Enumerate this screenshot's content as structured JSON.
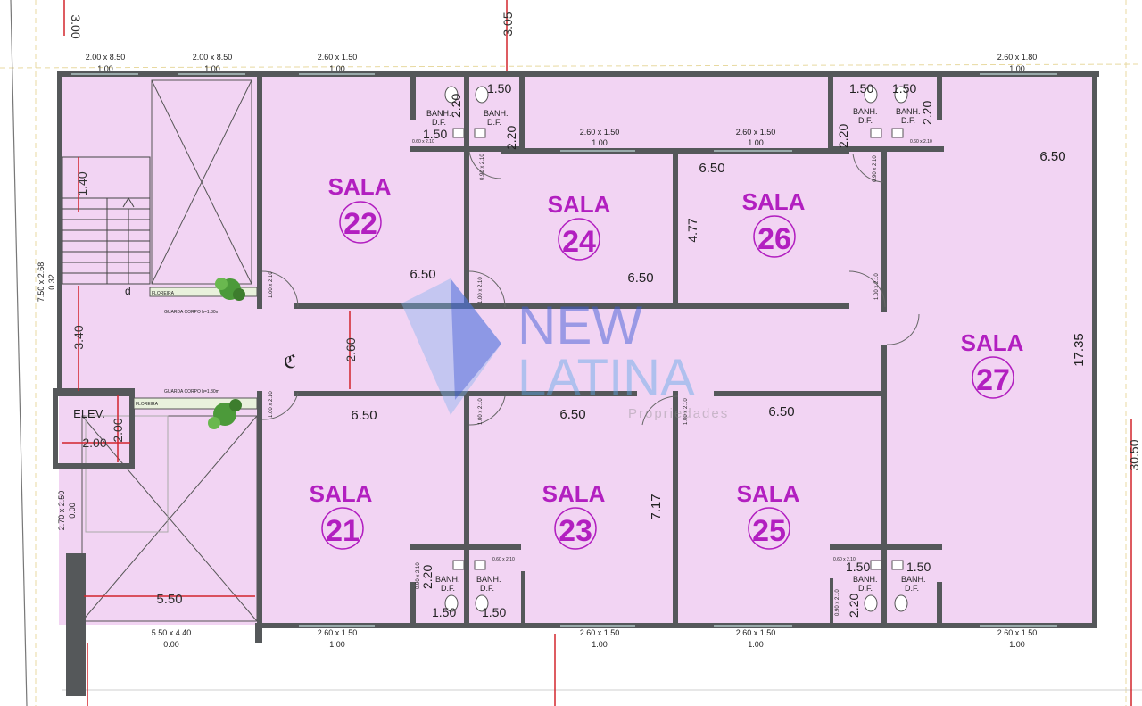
{
  "rooms": [
    {
      "label": "SALA",
      "number": "22",
      "width": "6.50"
    },
    {
      "label": "SALA",
      "number": "24",
      "width": "6.50"
    },
    {
      "label": "SALA",
      "number": "26",
      "width": "6.50",
      "depth": "4.77"
    },
    {
      "label": "SALA",
      "number": "27",
      "width": "6.50",
      "depth": "17.35"
    },
    {
      "label": "SALA",
      "number": "21",
      "width": "6.50"
    },
    {
      "label": "SALA",
      "number": "23",
      "width": "6.50",
      "depth": "7.17"
    },
    {
      "label": "SALA",
      "number": "25",
      "width": "6.50"
    }
  ],
  "bathrooms": {
    "label": "BANH.",
    "sublabel": "D.F.",
    "door": "0.60 x 2.10",
    "dim_a": "1.50",
    "dim_b": "2.20"
  },
  "doors": {
    "room": "1.00 x 2.10",
    "bath": "0.90 x 2.10"
  },
  "windows": {
    "top": [
      {
        "size": "2.00 x 8.50",
        "sill": "1.00"
      },
      {
        "size": "2.00 x 8.50",
        "sill": "1.00"
      },
      {
        "size": "2.60 x 1.50",
        "sill": "1.00"
      },
      {
        "size": "2.60 x 1.80",
        "sill": "1.00"
      }
    ],
    "mid": [
      {
        "size": "2.60 x 1.50",
        "sill": "1.00"
      },
      {
        "size": "2.60 x 1.50",
        "sill": "1.00"
      }
    ],
    "bottom": [
      {
        "size": "5.50 x 4.40",
        "sill": "0.00"
      },
      {
        "size": "2.60 x 1.50",
        "sill": "1.00"
      },
      {
        "size": "2.60 x 1.50",
        "sill": "1.00"
      },
      {
        "size": "2.60 x 1.50",
        "sill": "1.00"
      },
      {
        "size": "2.60 x 1.50",
        "sill": "1.00"
      }
    ],
    "left": [
      {
        "size": "7.50 x 2.68",
        "sill": "0.32"
      },
      {
        "size": "2.70 x 2.50",
        "sill": "0.00"
      }
    ]
  },
  "dimensions": {
    "top_left": "3.00",
    "top_mid": "3.05",
    "right_side": "30.50",
    "stair": "1.40",
    "corridor_left": "3.40",
    "corridor": "2.60",
    "void_width": "5.50",
    "elev_w": "2.00",
    "elev_h": "2.00"
  },
  "elevator": "ELEV.",
  "planter": "FLOREIRA",
  "railing_top": "GUARDA CORPO h=1.30m",
  "railing_bottom": "GUARDA CORPO h=1.30m",
  "stair_mark": "d",
  "watermark": {
    "line1": "NEW",
    "line2": "LATINA",
    "line3": "Propriedades"
  },
  "colors": {
    "room_fill": "#f2d4f3",
    "wall": "#55585a",
    "sala_text": "#b21fc0",
    "red_line": "#d2252c",
    "watermark": "#3d5bd8"
  }
}
